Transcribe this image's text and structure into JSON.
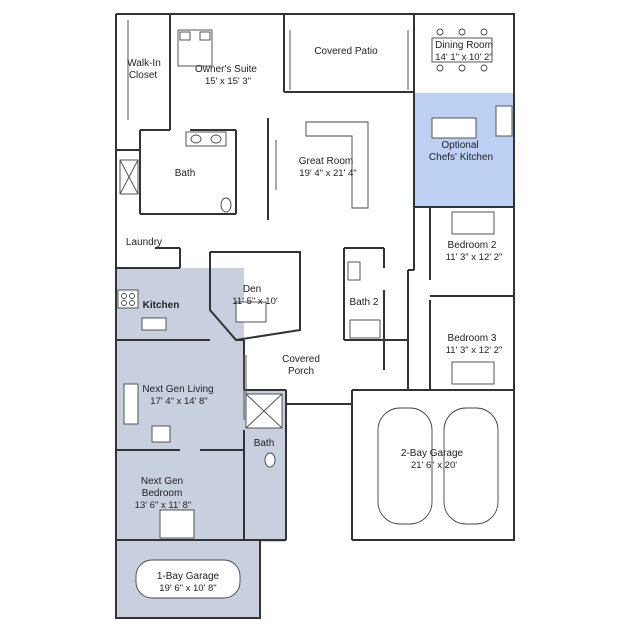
{
  "colors": {
    "nextgen_fill": "#c8cfdf",
    "chefs_kitchen_fill": "#bcd0f3",
    "wall": "#333333",
    "background": "#ffffff"
  },
  "rooms": {
    "walk_in_closet": {
      "name": "Walk-In\nCloset"
    },
    "owners_suite": {
      "name": "Owner's Suite",
      "dims": "15' x 15' 3\""
    },
    "covered_patio": {
      "name": "Covered Patio"
    },
    "dining_room": {
      "name": "Dining Room",
      "dims": "14' 1\" x 10' 2\""
    },
    "owner_bath": {
      "name": "Bath"
    },
    "great_room": {
      "name": "Great Room",
      "dims": "19' 4\" x 21' 4\""
    },
    "chefs_kitchen": {
      "name": "Optional",
      "name2": "Chefs' Kitchen"
    },
    "laundry": {
      "name": "Laundry"
    },
    "bedroom2": {
      "name": "Bedroom 2",
      "dims": "11' 3\" x 12' 2\""
    },
    "kitchen": {
      "name": "Kitchen"
    },
    "den": {
      "name": "Den",
      "dims": "11' 5\" x 10'"
    },
    "bath2": {
      "name": "Bath 2"
    },
    "bedroom3": {
      "name": "Bedroom 3",
      "dims": "11' 3\" x 12' 2\""
    },
    "covered_porch": {
      "name": "Covered",
      "name2": "Porch"
    },
    "next_gen_living": {
      "name": "Next Gen Living",
      "dims": "17' 4\" x 14' 8\""
    },
    "next_gen_bath": {
      "name": "Bath"
    },
    "two_bay_garage": {
      "name": "2-Bay Garage",
      "dims": "21' 6\" x 20'"
    },
    "next_gen_bedroom": {
      "name": "Next Gen",
      "name2": "Bedroom",
      "dims": "13' 6\" x 11' 8\""
    },
    "one_bay_garage": {
      "name": "1-Bay Garage",
      "dims": "19' 6\" x 10' 8\""
    }
  }
}
